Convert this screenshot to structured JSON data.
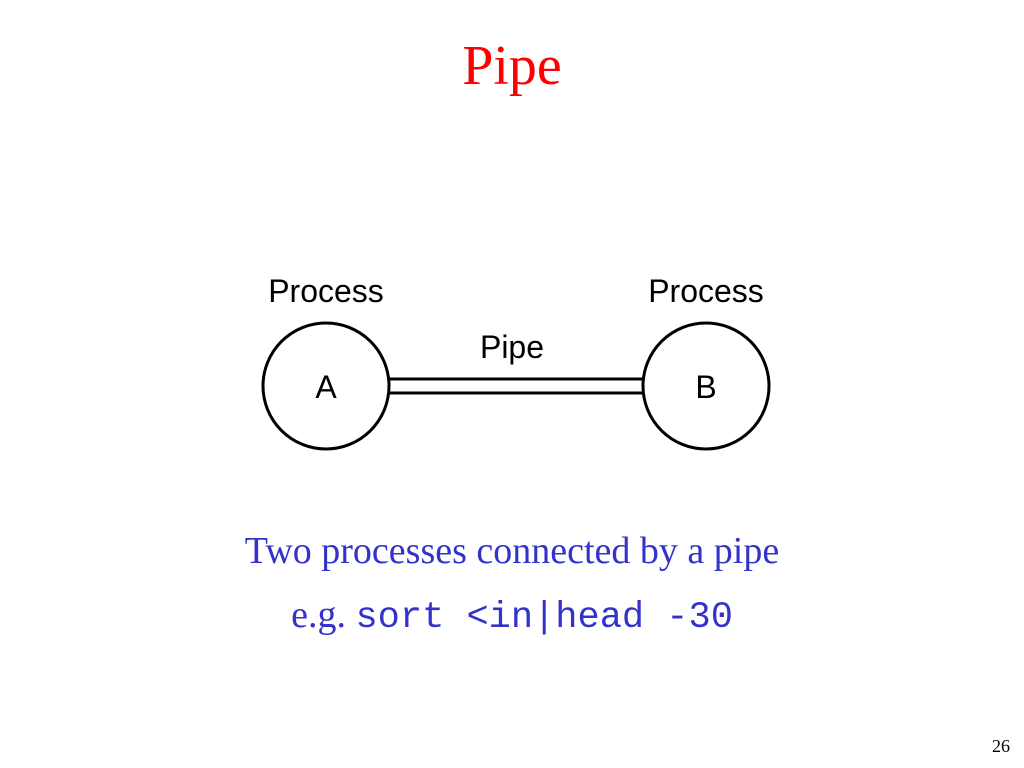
{
  "slide": {
    "title": "Pipe",
    "title_color": "#ff0000",
    "diagram": {
      "process_a_caption": "Process",
      "process_a_letter": "A",
      "process_b_caption": "Process",
      "process_b_letter": "B",
      "pipe_label": "Pipe"
    },
    "caption": {
      "line1": "Two processes connected by a pipe",
      "eg_prefix": "e.g.",
      "command": "sort <in|head -30",
      "color": "#3333cc"
    },
    "slide_number": "26"
  }
}
